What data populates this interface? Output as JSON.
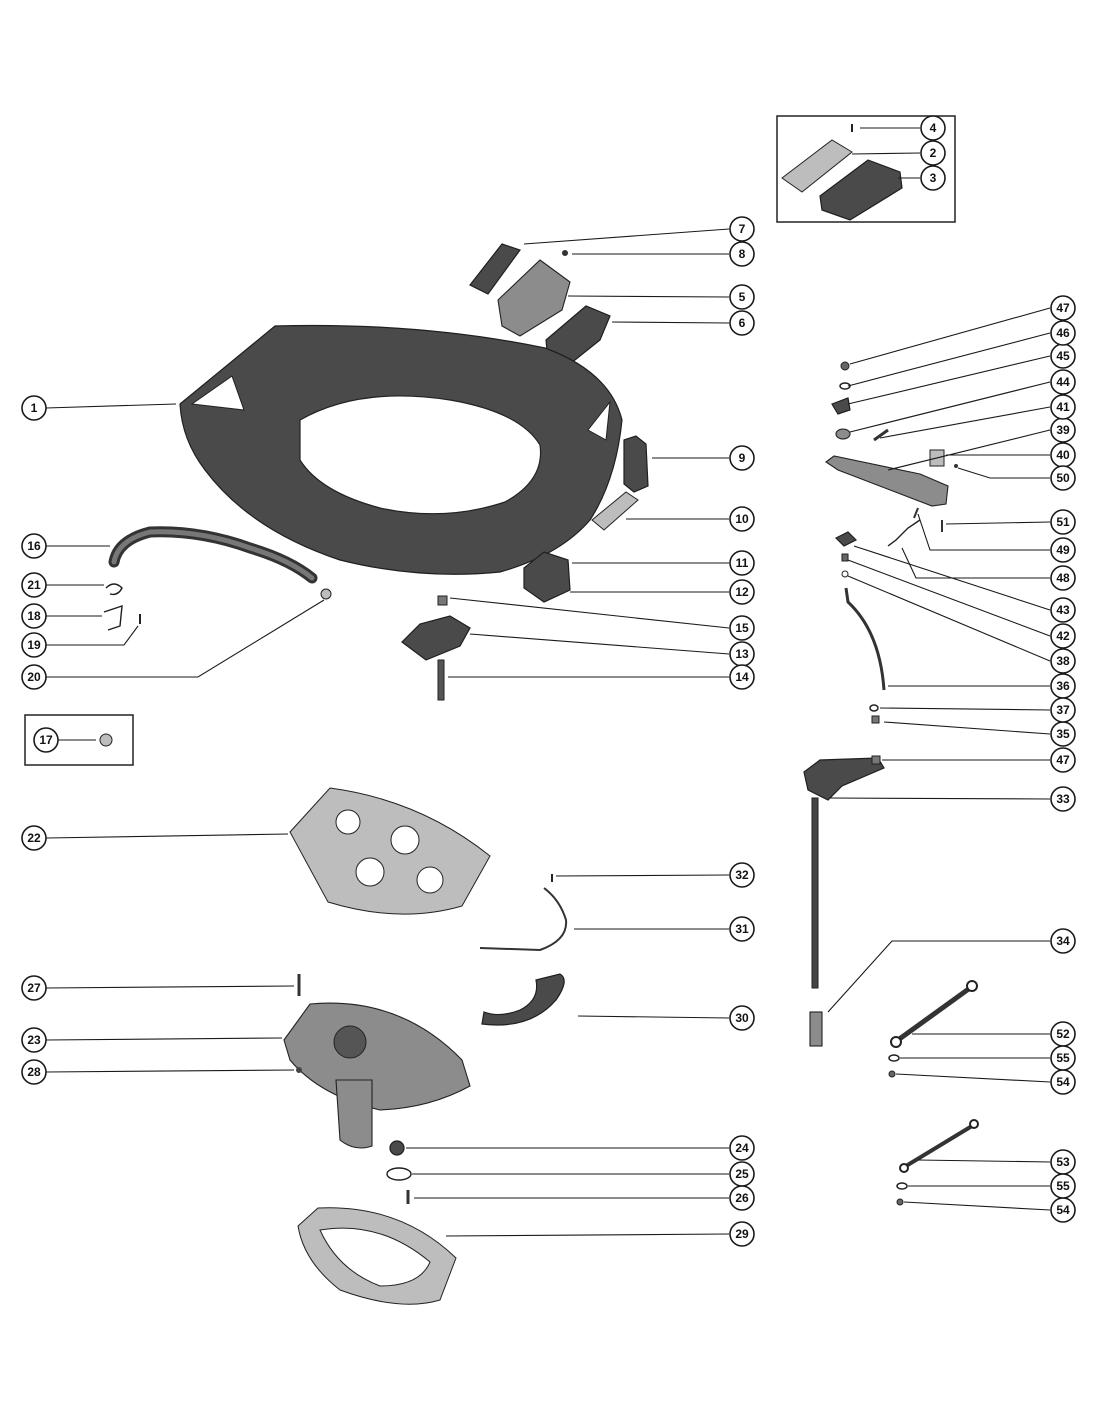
{
  "diagram": {
    "callouts": [
      {
        "id": "c1",
        "label": "1"
      },
      {
        "id": "c2",
        "label": "2"
      },
      {
        "id": "c3",
        "label": "3"
      },
      {
        "id": "c4",
        "label": "4"
      },
      {
        "id": "c5",
        "label": "5"
      },
      {
        "id": "c6",
        "label": "6"
      },
      {
        "id": "c7",
        "label": "7"
      },
      {
        "id": "c8",
        "label": "8"
      },
      {
        "id": "c9",
        "label": "9"
      },
      {
        "id": "c10",
        "label": "10"
      },
      {
        "id": "c11",
        "label": "11"
      },
      {
        "id": "c12",
        "label": "12"
      },
      {
        "id": "c13",
        "label": "13"
      },
      {
        "id": "c14",
        "label": "14"
      },
      {
        "id": "c15",
        "label": "15"
      },
      {
        "id": "c16",
        "label": "16"
      },
      {
        "id": "c17",
        "label": "17"
      },
      {
        "id": "c18",
        "label": "18"
      },
      {
        "id": "c19",
        "label": "19"
      },
      {
        "id": "c20",
        "label": "20"
      },
      {
        "id": "c21",
        "label": "21"
      },
      {
        "id": "c22",
        "label": "22"
      },
      {
        "id": "c23",
        "label": "23"
      },
      {
        "id": "c24",
        "label": "24"
      },
      {
        "id": "c25",
        "label": "25"
      },
      {
        "id": "c26",
        "label": "26"
      },
      {
        "id": "c27",
        "label": "27"
      },
      {
        "id": "c28",
        "label": "28"
      },
      {
        "id": "c29",
        "label": "29"
      },
      {
        "id": "c30",
        "label": "30"
      },
      {
        "id": "c31",
        "label": "31"
      },
      {
        "id": "c32",
        "label": "32"
      },
      {
        "id": "c33",
        "label": "33"
      },
      {
        "id": "c34",
        "label": "34"
      },
      {
        "id": "c35",
        "label": "35"
      },
      {
        "id": "c36",
        "label": "36"
      },
      {
        "id": "c37",
        "label": "37"
      },
      {
        "id": "c38",
        "label": "38"
      },
      {
        "id": "c39",
        "label": "39"
      },
      {
        "id": "c40",
        "label": "40"
      },
      {
        "id": "c41",
        "label": "41"
      },
      {
        "id": "c42",
        "label": "42"
      },
      {
        "id": "c43",
        "label": "43"
      },
      {
        "id": "c44",
        "label": "44"
      },
      {
        "id": "c45",
        "label": "45"
      },
      {
        "id": "c46",
        "label": "46"
      },
      {
        "id": "c47a",
        "label": "47"
      },
      {
        "id": "c47b",
        "label": "47"
      },
      {
        "id": "c48",
        "label": "48"
      },
      {
        "id": "c49",
        "label": "49"
      },
      {
        "id": "c50",
        "label": "50"
      },
      {
        "id": "c51",
        "label": "51"
      },
      {
        "id": "c52",
        "label": "52"
      },
      {
        "id": "c53",
        "label": "53"
      },
      {
        "id": "c54a",
        "label": "54"
      },
      {
        "id": "c54b",
        "label": "54"
      },
      {
        "id": "c55a",
        "label": "55"
      },
      {
        "id": "c55b",
        "label": "55"
      }
    ]
  }
}
